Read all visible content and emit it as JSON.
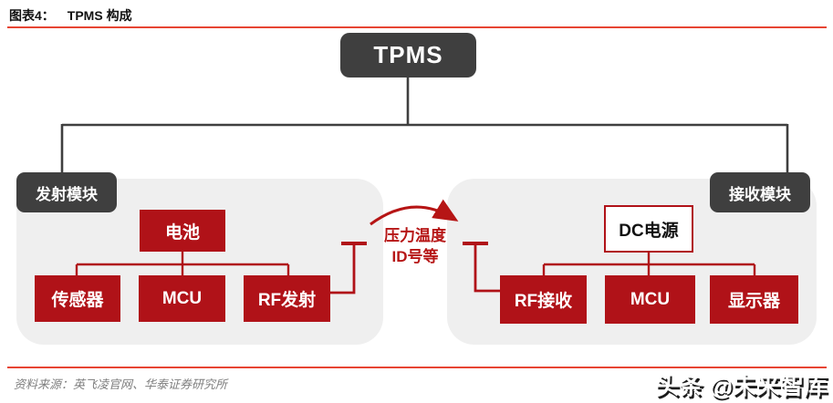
{
  "header": {
    "figure_label": "图表4：",
    "figure_title": "TPMS 构成"
  },
  "diagram": {
    "root": "TPMS",
    "transmit_module": {
      "label": "发射模块",
      "top_node": "电池",
      "children": [
        "传感器",
        "MCU",
        "RF发射"
      ]
    },
    "receive_module": {
      "label": "接收模块",
      "top_node": "DC电源",
      "children": [
        "RF接收",
        "MCU",
        "显示器"
      ]
    },
    "link_annotation": {
      "line1": "压力温度",
      "line2": "ID号等"
    }
  },
  "footer": {
    "source": "资料来源：英飞凌官网、华泰证券研究所",
    "watermark": "头条 @未来智库"
  },
  "colors": {
    "node_red": "#b01218",
    "dark_gray": "#3f3f3f",
    "panel_gray": "#efefef",
    "divider_red": "#e74533",
    "source_gray": "#7f7f7f"
  }
}
